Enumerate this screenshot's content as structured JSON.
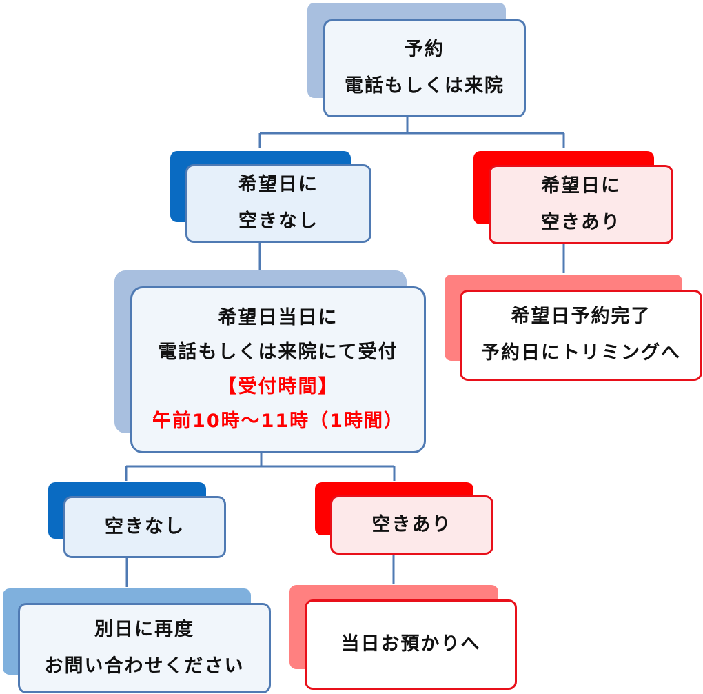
{
  "nodes": {
    "reservation": {
      "line1": "予約",
      "line2": "電話もしくは来院"
    },
    "full": {
      "line1": "希望日に",
      "line2": "空きなし"
    },
    "available": {
      "line1": "希望日に",
      "line2": "空きあり"
    },
    "same_day": {
      "line1": "希望日当日に",
      "line2": "電話もしくは来院にて受付",
      "line3": "【受付時間】",
      "line4": "午前10時～11時（1時間）"
    },
    "reserved": {
      "line1": "希望日予約完了",
      "line2": "予約日にトリミングへ"
    },
    "same_day_full": {
      "line1": "空きなし"
    },
    "same_day_available": {
      "line1": "空きあり"
    },
    "retry": {
      "line1": "別日に再度",
      "line2": "お問い合わせください"
    },
    "dropoff": {
      "line1": "当日お預かりへ"
    }
  },
  "colors": {
    "connector": "#4f7ab3",
    "blue_border": "#4f7ab3",
    "blue_shadow_light": "#a8bfdf",
    "blue_shadow_dark": "#0a6bc2",
    "red_border": "#e8101a",
    "red_shadow_bright": "#ff0000",
    "red_shadow_soft": "#ff8080",
    "red_text": "#ff0000"
  }
}
